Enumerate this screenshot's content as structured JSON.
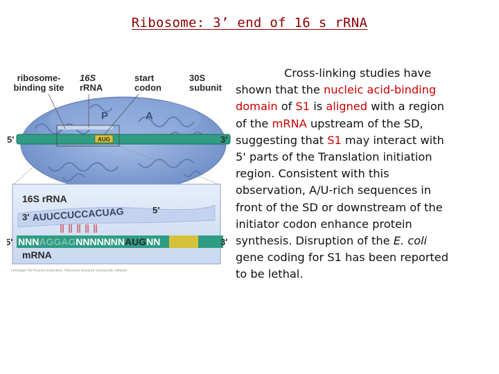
{
  "title": "Ribosome: 3’ end of 16 s rRNA",
  "figure": {
    "labels": {
      "ribosome_binding_site": [
        "ribosome-",
        "binding site"
      ],
      "rrna_16s": [
        "16S",
        "rRNA"
      ],
      "start_codon": [
        "start",
        "codon"
      ],
      "subunit_30s": [
        "30S",
        "subunit"
      ],
      "p_site": "P",
      "a_site": "A",
      "five_prime": "5′",
      "three_prime": "3′",
      "codon_box": "AUG"
    },
    "inset": {
      "rrna_label": "16S rRNA",
      "rrna_3prime": "3′",
      "rrna_sequence": "AUUCCUCCACUAG",
      "rrna_5prime": "5′",
      "mrna_5prime": "5′",
      "mrna_seq_nnn": "NNN",
      "mrna_seq_sd": "AGGAG",
      "mrna_seq_spacer": "NNNNNNN",
      "mrna_seq_start": "AUG",
      "mrna_seq_end": "NN",
      "mrna_3prime": "3′",
      "mrna_label": "mRNA"
    },
    "credit": "Lehninger 4/e Pearson Education; Ribosome structure; prokaryotic initiation"
  },
  "text": {
    "l1": "Cross-linking studies have",
    "l2a": "shown that the ",
    "l2b": "nucleic acid-binding",
    "l3a": "domain",
    "l3b": " of ",
    "l3c": "S1",
    "l3d": " is ",
    "l3e": "aligned",
    "l3f": " with a region",
    "l4a": "of the ",
    "l4b": "mRNA",
    "l4c": " upstream of the SD,",
    "l5a": "suggesting that ",
    "l5b": "S1",
    "l5c": " may interact with",
    "l6": "5' parts of the Translation initiation",
    "l7": "region. Consistent with this",
    "l8": "observation, A/U-rich sequences in",
    "l9": "front of the SD or downstream of the",
    "l10": "initiator codon enhance protein",
    "l11a": "synthesis. Disruption of the ",
    "l11b": "E. coli",
    "l12": "gene coding for S1 has been reported",
    "l13": "to be lethal."
  },
  "colors": {
    "title": "#8b0000",
    "highlight": "#cc0000",
    "ribosome_fill": "#7f9fd2",
    "mrna_strand": "#2f9c84",
    "rrna_strand": "#c8d7ee",
    "codon_box": "#d6c23a"
  }
}
